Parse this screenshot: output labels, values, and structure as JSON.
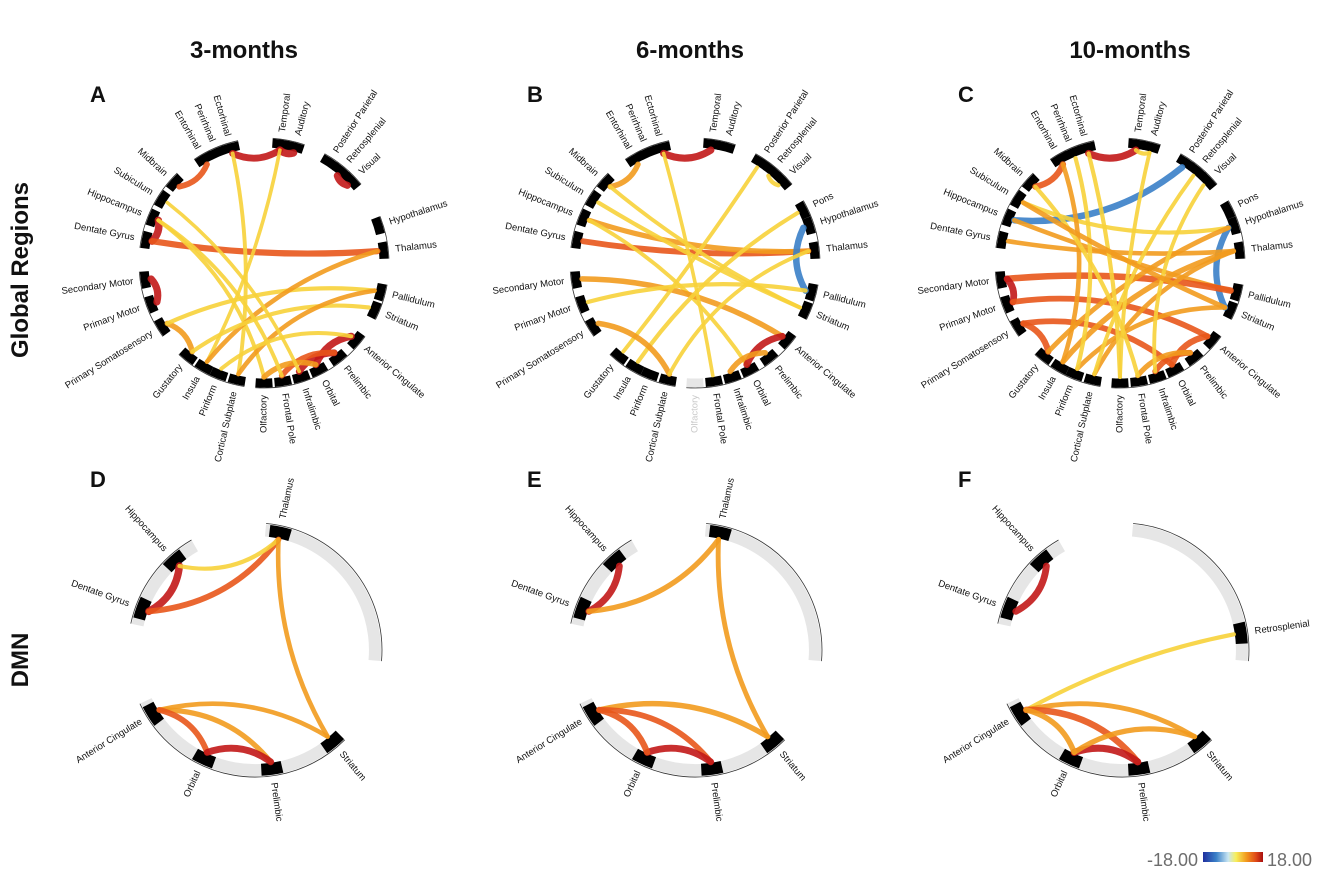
{
  "column_titles": [
    "3-months",
    "6-months",
    "10-months"
  ],
  "row_titles": [
    "Global Regions",
    "DMN"
  ],
  "colorbar": {
    "min_label": "-18.00",
    "max_label": "18.00"
  },
  "colors": {
    "negative": "#3a80c8",
    "low": "#f7d23a",
    "mid": "#f29b1e",
    "high": "#e8561b",
    "max": "#c21818",
    "segment": "#000000",
    "inactive_segment": "#e6e6e6"
  },
  "panels": [
    {
      "letter": "A",
      "kind": "global",
      "regions": [
        {
          "name": "Temporal",
          "side": "right"
        },
        {
          "name": "Auditory",
          "side": "right"
        },
        {
          "name": "Posterior Parietal",
          "side": "right"
        },
        {
          "name": "Retrosplenial",
          "side": "right"
        },
        {
          "name": "Visual",
          "side": "right"
        },
        {
          "name": "Hypothalamus",
          "side": "right"
        },
        {
          "name": "Thalamus",
          "side": "right"
        },
        {
          "name": "Pallidulum",
          "side": "right"
        },
        {
          "name": "Striatum",
          "side": "right"
        },
        {
          "name": "Anterior Cingulate",
          "side": "right"
        },
        {
          "name": "Prelimbic",
          "side": "right"
        },
        {
          "name": "Orbital",
          "side": "right"
        },
        {
          "name": "Infralimbic",
          "side": "right"
        },
        {
          "name": "Frontal Pole",
          "side": "right"
        },
        {
          "name": "Olfactory",
          "side": "right"
        },
        {
          "name": "Cortical Subplate",
          "side": "left"
        },
        {
          "name": "Piriform",
          "side": "left"
        },
        {
          "name": "Insula",
          "side": "left"
        },
        {
          "name": "Gustatory",
          "side": "left"
        },
        {
          "name": "Primary Somatosensory",
          "side": "left"
        },
        {
          "name": "Primary Motor",
          "side": "left"
        },
        {
          "name": "Secondary Motor",
          "side": "left"
        },
        {
          "name": "Dentate Gyrus",
          "side": "left"
        },
        {
          "name": "Hippocampus",
          "side": "left"
        },
        {
          "name": "Subiculum",
          "side": "left"
        },
        {
          "name": "Midbrain",
          "side": "left"
        },
        {
          "name": "Entorhinal",
          "side": "left"
        },
        {
          "name": "Perirhinal",
          "side": "left"
        },
        {
          "name": "Ectorhinal",
          "side": "left"
        }
      ],
      "links": [
        {
          "from": "Ectorhinal",
          "to": "Temporal",
          "value": 15
        },
        {
          "from": "Temporal",
          "to": "Auditory",
          "value": 17
        },
        {
          "from": "Retrosplenial",
          "to": "Visual",
          "value": 16
        },
        {
          "from": "Midbrain",
          "to": "Entorhinal",
          "value": 12
        },
        {
          "from": "Dentate Gyrus",
          "to": "Hippocampus",
          "value": 17
        },
        {
          "from": "Dentate Gyrus",
          "to": "Thalamus",
          "value": 13
        },
        {
          "from": "Ectorhinal",
          "to": "Cortical Subplate",
          "value": 6
        },
        {
          "from": "Temporal",
          "to": "Insula",
          "value": 5
        },
        {
          "from": "Hippocampus",
          "to": "Olfactory",
          "value": 6
        },
        {
          "from": "Secondary Motor",
          "to": "Primary Motor",
          "value": 16
        },
        {
          "from": "Primary Somatosensory",
          "to": "Gustatory",
          "value": 11
        },
        {
          "from": "Primary Somatosensory",
          "to": "Pallidulum",
          "value": 7
        },
        {
          "from": "Insula",
          "to": "Thalamus",
          "value": 8
        },
        {
          "from": "Gustatory",
          "to": "Striatum",
          "value": 7
        },
        {
          "from": "Orbital",
          "to": "Anterior Cingulate",
          "value": 16
        },
        {
          "from": "Prelimbic",
          "to": "Infralimbic",
          "value": 15
        },
        {
          "from": "Frontal Pole",
          "to": "Prelimbic",
          "value": 12
        },
        {
          "from": "Olfactory",
          "to": "Orbital",
          "value": 11
        },
        {
          "from": "Cortical Subplate",
          "to": "Pallidulum",
          "value": 8
        },
        {
          "from": "Piriform",
          "to": "Anterior Cingulate",
          "value": 6
        },
        {
          "from": "Subiculum",
          "to": "Infralimbic",
          "value": 5
        },
        {
          "from": "Hippocampus",
          "to": "Frontal Pole",
          "value": 6
        }
      ]
    },
    {
      "letter": "B",
      "kind": "global",
      "regions": [
        {
          "name": "Temporal",
          "side": "right"
        },
        {
          "name": "Auditory",
          "side": "right"
        },
        {
          "name": "Posterior Parietal",
          "side": "right"
        },
        {
          "name": "Retrosplenial",
          "side": "right"
        },
        {
          "name": "Visual",
          "side": "right"
        },
        {
          "name": "Pons",
          "side": "right"
        },
        {
          "name": "Hypothalamus",
          "side": "right"
        },
        {
          "name": "Thalamus",
          "side": "right"
        },
        {
          "name": "Pallidulum",
          "side": "right"
        },
        {
          "name": "Striatum",
          "side": "right"
        },
        {
          "name": "Anterior Cingulate",
          "side": "right"
        },
        {
          "name": "Prelimbic",
          "side": "right"
        },
        {
          "name": "Orbital",
          "side": "right"
        },
        {
          "name": "Infralimbic",
          "side": "right"
        },
        {
          "name": "Frontal Pole",
          "side": "right"
        },
        {
          "name": "Olfactory",
          "side": "right",
          "faded": true
        },
        {
          "name": "Cortical Subplate",
          "side": "left"
        },
        {
          "name": "Piriform",
          "side": "left"
        },
        {
          "name": "Insula",
          "side": "left"
        },
        {
          "name": "Gustatory",
          "side": "left"
        },
        {
          "name": "Primary Somatosensory",
          "side": "left"
        },
        {
          "name": "Primary Motor",
          "side": "left"
        },
        {
          "name": "Secondary Motor",
          "side": "left"
        },
        {
          "name": "Dentate Gyrus",
          "side": "left"
        },
        {
          "name": "Hippocampus",
          "side": "left"
        },
        {
          "name": "Subiculum",
          "side": "left"
        },
        {
          "name": "Midbrain",
          "side": "left"
        },
        {
          "name": "Entorhinal",
          "side": "left"
        },
        {
          "name": "Perirhinal",
          "side": "left"
        },
        {
          "name": "Ectorhinal",
          "side": "left"
        }
      ],
      "links": [
        {
          "from": "Ectorhinal",
          "to": "Temporal",
          "value": 16
        },
        {
          "from": "Retrosplenial",
          "to": "Visual",
          "value": 7
        },
        {
          "from": "Midbrain",
          "to": "Entorhinal",
          "value": 11
        },
        {
          "from": "Dentate Gyrus",
          "to": "Thalamus",
          "value": 12
        },
        {
          "from": "Hippocampus",
          "to": "Thalamus",
          "value": 10
        },
        {
          "from": "Hypothalamus",
          "to": "Pallidulum",
          "value": -14
        },
        {
          "from": "Subiculum",
          "to": "Striatum",
          "value": 7
        },
        {
          "from": "Hippocampus",
          "to": "Orbital",
          "value": 6
        },
        {
          "from": "Secondary Motor",
          "to": "Anterior Cingulate",
          "value": 11
        },
        {
          "from": "Primary Motor",
          "to": "Pallidulum",
          "value": 7
        },
        {
          "from": "Gustatory",
          "to": "Posterior Parietal",
          "value": 6
        },
        {
          "from": "Insula",
          "to": "Pons",
          "value": 7
        },
        {
          "from": "Primary Somatosensory",
          "to": "Cortical Subplate",
          "value": 11
        },
        {
          "from": "Orbital",
          "to": "Anterior Cingulate",
          "value": 15
        },
        {
          "from": "Prelimbic",
          "to": "Infralimbic",
          "value": 11
        },
        {
          "from": "Midbrain",
          "to": "Striatum",
          "value": 6
        },
        {
          "from": "Ectorhinal",
          "to": "Frontal Pole",
          "value": 5
        },
        {
          "from": "Cortical Subplate",
          "to": "Thalamus",
          "value": 6
        }
      ]
    },
    {
      "letter": "C",
      "kind": "global",
      "regions": [
        {
          "name": "Temporal",
          "side": "right"
        },
        {
          "name": "Auditory",
          "side": "right"
        },
        {
          "name": "Posterior Parietal",
          "side": "right"
        },
        {
          "name": "Retrosplenial",
          "side": "right"
        },
        {
          "name": "Visual",
          "side": "right"
        },
        {
          "name": "Pons",
          "side": "right"
        },
        {
          "name": "Hypothalamus",
          "side": "right"
        },
        {
          "name": "Thalamus",
          "side": "right"
        },
        {
          "name": "Pallidulum",
          "side": "right"
        },
        {
          "name": "Striatum",
          "side": "right"
        },
        {
          "name": "Anterior Cingulate",
          "side": "right"
        },
        {
          "name": "Prelimbic",
          "side": "right"
        },
        {
          "name": "Orbital",
          "side": "right"
        },
        {
          "name": "Infralimbic",
          "side": "right"
        },
        {
          "name": "Frontal Pole",
          "side": "right"
        },
        {
          "name": "Olfactory",
          "side": "right"
        },
        {
          "name": "Cortical Subplate",
          "side": "left"
        },
        {
          "name": "Piriform",
          "side": "left"
        },
        {
          "name": "Insula",
          "side": "left"
        },
        {
          "name": "Gustatory",
          "side": "left"
        },
        {
          "name": "Primary Somatosensory",
          "side": "left"
        },
        {
          "name": "Primary Motor",
          "side": "left"
        },
        {
          "name": "Secondary Motor",
          "side": "left"
        },
        {
          "name": "Dentate Gyrus",
          "side": "left"
        },
        {
          "name": "Hippocampus",
          "side": "left"
        },
        {
          "name": "Subiculum",
          "side": "left"
        },
        {
          "name": "Midbrain",
          "side": "left"
        },
        {
          "name": "Entorhinal",
          "side": "left"
        },
        {
          "name": "Perirhinal",
          "side": "left"
        },
        {
          "name": "Ectorhinal",
          "side": "left"
        }
      ],
      "links": [
        {
          "from": "Ectorhinal",
          "to": "Temporal",
          "value": 16
        },
        {
          "from": "Temporal",
          "to": "Auditory",
          "value": 7
        },
        {
          "from": "Midbrain",
          "to": "Entorhinal",
          "value": 13
        },
        {
          "from": "Hippocampus",
          "to": "Posterior Parietal",
          "value": -14
        },
        {
          "from": "Hypothalamus",
          "to": "Striatum",
          "value": -13
        },
        {
          "from": "Dentate Gyrus",
          "to": "Thalamus",
          "value": 8
        },
        {
          "from": "Subiculum",
          "to": "Hypothalamus",
          "value": 7
        },
        {
          "from": "Hippocampus",
          "to": "Pallidulum",
          "value": 8
        },
        {
          "from": "Secondary Motor",
          "to": "Pallidulum",
          "value": 14
        },
        {
          "from": "Secondary Motor",
          "to": "Primary Motor",
          "value": 15
        },
        {
          "from": "Primary Motor",
          "to": "Anterior Cingulate",
          "value": 12
        },
        {
          "from": "Primary Somatosensory",
          "to": "Gustatory",
          "value": 13
        },
        {
          "from": "Primary Somatosensory",
          "to": "Orbital",
          "value": 12
        },
        {
          "from": "Insula",
          "to": "Thalamus",
          "value": 11
        },
        {
          "from": "Gustatory",
          "to": "Hypothalamus",
          "value": 9
        },
        {
          "from": "Cortical Subplate",
          "to": "Thalamus",
          "value": 8
        },
        {
          "from": "Piriform",
          "to": "Striatum",
          "value": 8
        },
        {
          "from": "Orbital",
          "to": "Anterior Cingulate",
          "value": 13
        },
        {
          "from": "Prelimbic",
          "to": "Infralimbic",
          "value": 12
        },
        {
          "from": "Frontal Pole",
          "to": "Prelimbic",
          "value": 10
        },
        {
          "from": "Olfactory",
          "to": "Auditory",
          "value": 6
        },
        {
          "from": "Ectorhinal",
          "to": "Olfactory",
          "value": 7
        },
        {
          "from": "Entorhinal",
          "to": "Insula",
          "value": 8
        },
        {
          "from": "Perirhinal",
          "to": "Piriform",
          "value": 7
        },
        {
          "from": "Midbrain",
          "to": "Frontal Pole",
          "value": 7
        },
        {
          "from": "Visual",
          "to": "Infralimbic",
          "value": 6
        },
        {
          "from": "Retrosplenial",
          "to": "Cortical Subplate",
          "value": 6
        },
        {
          "from": "Subiculum",
          "to": "Striatum",
          "value": 9
        }
      ]
    },
    {
      "letter": "D",
      "kind": "dmn",
      "regions": [
        {
          "name": "Hippocampus",
          "active": true
        },
        {
          "name": "Thalamus",
          "active": true
        },
        {
          "name": "Striatum",
          "active": true
        },
        {
          "name": "Prelimbic",
          "active": true
        },
        {
          "name": "Orbital",
          "active": true
        },
        {
          "name": "Anterior Cingulate",
          "active": true
        },
        {
          "name": "Dentate Gyrus",
          "active": true
        }
      ],
      "links": [
        {
          "from": "Dentate Gyrus",
          "to": "Hippocampus",
          "value": 17
        },
        {
          "from": "Dentate Gyrus",
          "to": "Thalamus",
          "value": 12
        },
        {
          "from": "Hippocampus",
          "to": "Thalamus",
          "value": 7
        },
        {
          "from": "Thalamus",
          "to": "Striatum",
          "value": 8
        },
        {
          "from": "Anterior Cingulate",
          "to": "Striatum",
          "value": 8
        },
        {
          "from": "Anterior Cingulate",
          "to": "Prelimbic",
          "value": 10
        },
        {
          "from": "Anterior Cingulate",
          "to": "Orbital",
          "value": 12
        },
        {
          "from": "Orbital",
          "to": "Prelimbic",
          "value": 15
        }
      ]
    },
    {
      "letter": "E",
      "kind": "dmn",
      "regions": [
        {
          "name": "Hippocampus",
          "active": true
        },
        {
          "name": "Thalamus",
          "active": true
        },
        {
          "name": "Striatum",
          "active": true
        },
        {
          "name": "Prelimbic",
          "active": true
        },
        {
          "name": "Orbital",
          "active": true
        },
        {
          "name": "Anterior Cingulate",
          "active": true
        },
        {
          "name": "Dentate Gyrus",
          "active": true
        }
      ],
      "links": [
        {
          "from": "Dentate Gyrus",
          "to": "Hippocampus",
          "value": 15
        },
        {
          "from": "Dentate Gyrus",
          "to": "Thalamus",
          "value": 10
        },
        {
          "from": "Thalamus",
          "to": "Striatum",
          "value": 9
        },
        {
          "from": "Anterior Cingulate",
          "to": "Striatum",
          "value": 11
        },
        {
          "from": "Anterior Cingulate",
          "to": "Prelimbic",
          "value": 12
        },
        {
          "from": "Orbital",
          "to": "Prelimbic",
          "value": 15
        },
        {
          "from": "Anterior Cingulate",
          "to": "Orbital",
          "value": 13
        }
      ]
    },
    {
      "letter": "F",
      "kind": "dmn",
      "regions": [
        {
          "name": "Hippocampus",
          "active": true
        },
        {
          "name": "Retrosplenial",
          "active": true
        },
        {
          "name": "Striatum",
          "active": true
        },
        {
          "name": "Prelimbic",
          "active": true
        },
        {
          "name": "Orbital",
          "active": true
        },
        {
          "name": "Anterior Cingulate",
          "active": true
        },
        {
          "name": "Dentate Gyrus",
          "active": true
        }
      ],
      "links": [
        {
          "from": "Dentate Gyrus",
          "to": "Hippocampus",
          "value": 15
        },
        {
          "from": "Anterior Cingulate",
          "to": "Retrosplenial",
          "value": 7
        },
        {
          "from": "Anterior Cingulate",
          "to": "Striatum",
          "value": 9
        },
        {
          "from": "Anterior Cingulate",
          "to": "Prelimbic",
          "value": 14
        },
        {
          "from": "Orbital",
          "to": "Prelimbic",
          "value": 16
        },
        {
          "from": "Anterior Cingulate",
          "to": "Orbital",
          "value": 11
        },
        {
          "from": "Orbital",
          "to": "Striatum",
          "value": 10
        }
      ]
    }
  ]
}
